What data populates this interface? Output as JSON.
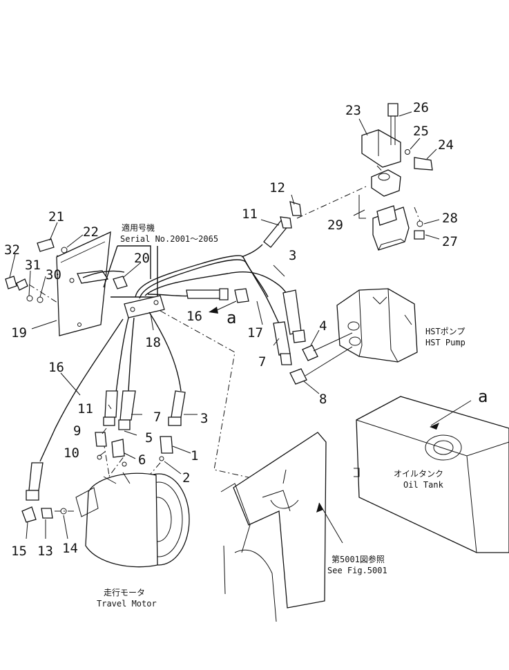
{
  "callouts": [
    {
      "id": "c1",
      "text": "1"
    },
    {
      "id": "c2",
      "text": "2"
    },
    {
      "id": "c3a",
      "text": "3"
    },
    {
      "id": "c3b",
      "text": "3"
    },
    {
      "id": "c4",
      "text": "4"
    },
    {
      "id": "c5",
      "text": "5"
    },
    {
      "id": "c6",
      "text": "6"
    },
    {
      "id": "c7a",
      "text": "7"
    },
    {
      "id": "c7b",
      "text": "7"
    },
    {
      "id": "c8",
      "text": "8"
    },
    {
      "id": "c9",
      "text": "9"
    },
    {
      "id": "c10",
      "text": "10"
    },
    {
      "id": "c11a",
      "text": "11"
    },
    {
      "id": "c11b",
      "text": "11"
    },
    {
      "id": "c12",
      "text": "12"
    },
    {
      "id": "c13",
      "text": "13"
    },
    {
      "id": "c14",
      "text": "14"
    },
    {
      "id": "c15",
      "text": "15"
    },
    {
      "id": "c16a",
      "text": "16"
    },
    {
      "id": "c16b",
      "text": "16"
    },
    {
      "id": "c17",
      "text": "17"
    },
    {
      "id": "c18",
      "text": "18"
    },
    {
      "id": "c19",
      "text": "19"
    },
    {
      "id": "c20",
      "text": "20"
    },
    {
      "id": "c21",
      "text": "21"
    },
    {
      "id": "c22",
      "text": "22"
    },
    {
      "id": "c23",
      "text": "23"
    },
    {
      "id": "c24",
      "text": "24"
    },
    {
      "id": "c25",
      "text": "25"
    },
    {
      "id": "c26",
      "text": "26"
    },
    {
      "id": "c27",
      "text": "27"
    },
    {
      "id": "c28",
      "text": "28"
    },
    {
      "id": "c29",
      "text": "29"
    },
    {
      "id": "c30",
      "text": "30"
    },
    {
      "id": "c31",
      "text": "31"
    },
    {
      "id": "c32",
      "text": "32"
    }
  ],
  "markers": {
    "a_left": "a",
    "a_right": "a"
  },
  "labels": {
    "serial_jp": "適用号機",
    "serial_en": "Serial No.2001～2065",
    "hst_jp": "HSTポンプ",
    "hst_en": "HST Pump",
    "tank_jp": "オイルタンク",
    "tank_en": "Oil Tank",
    "ref_jp": "第5001図参照",
    "ref_en": "See Fig.5001",
    "motor_jp": "走行モータ",
    "motor_en": "Travel Motor"
  }
}
